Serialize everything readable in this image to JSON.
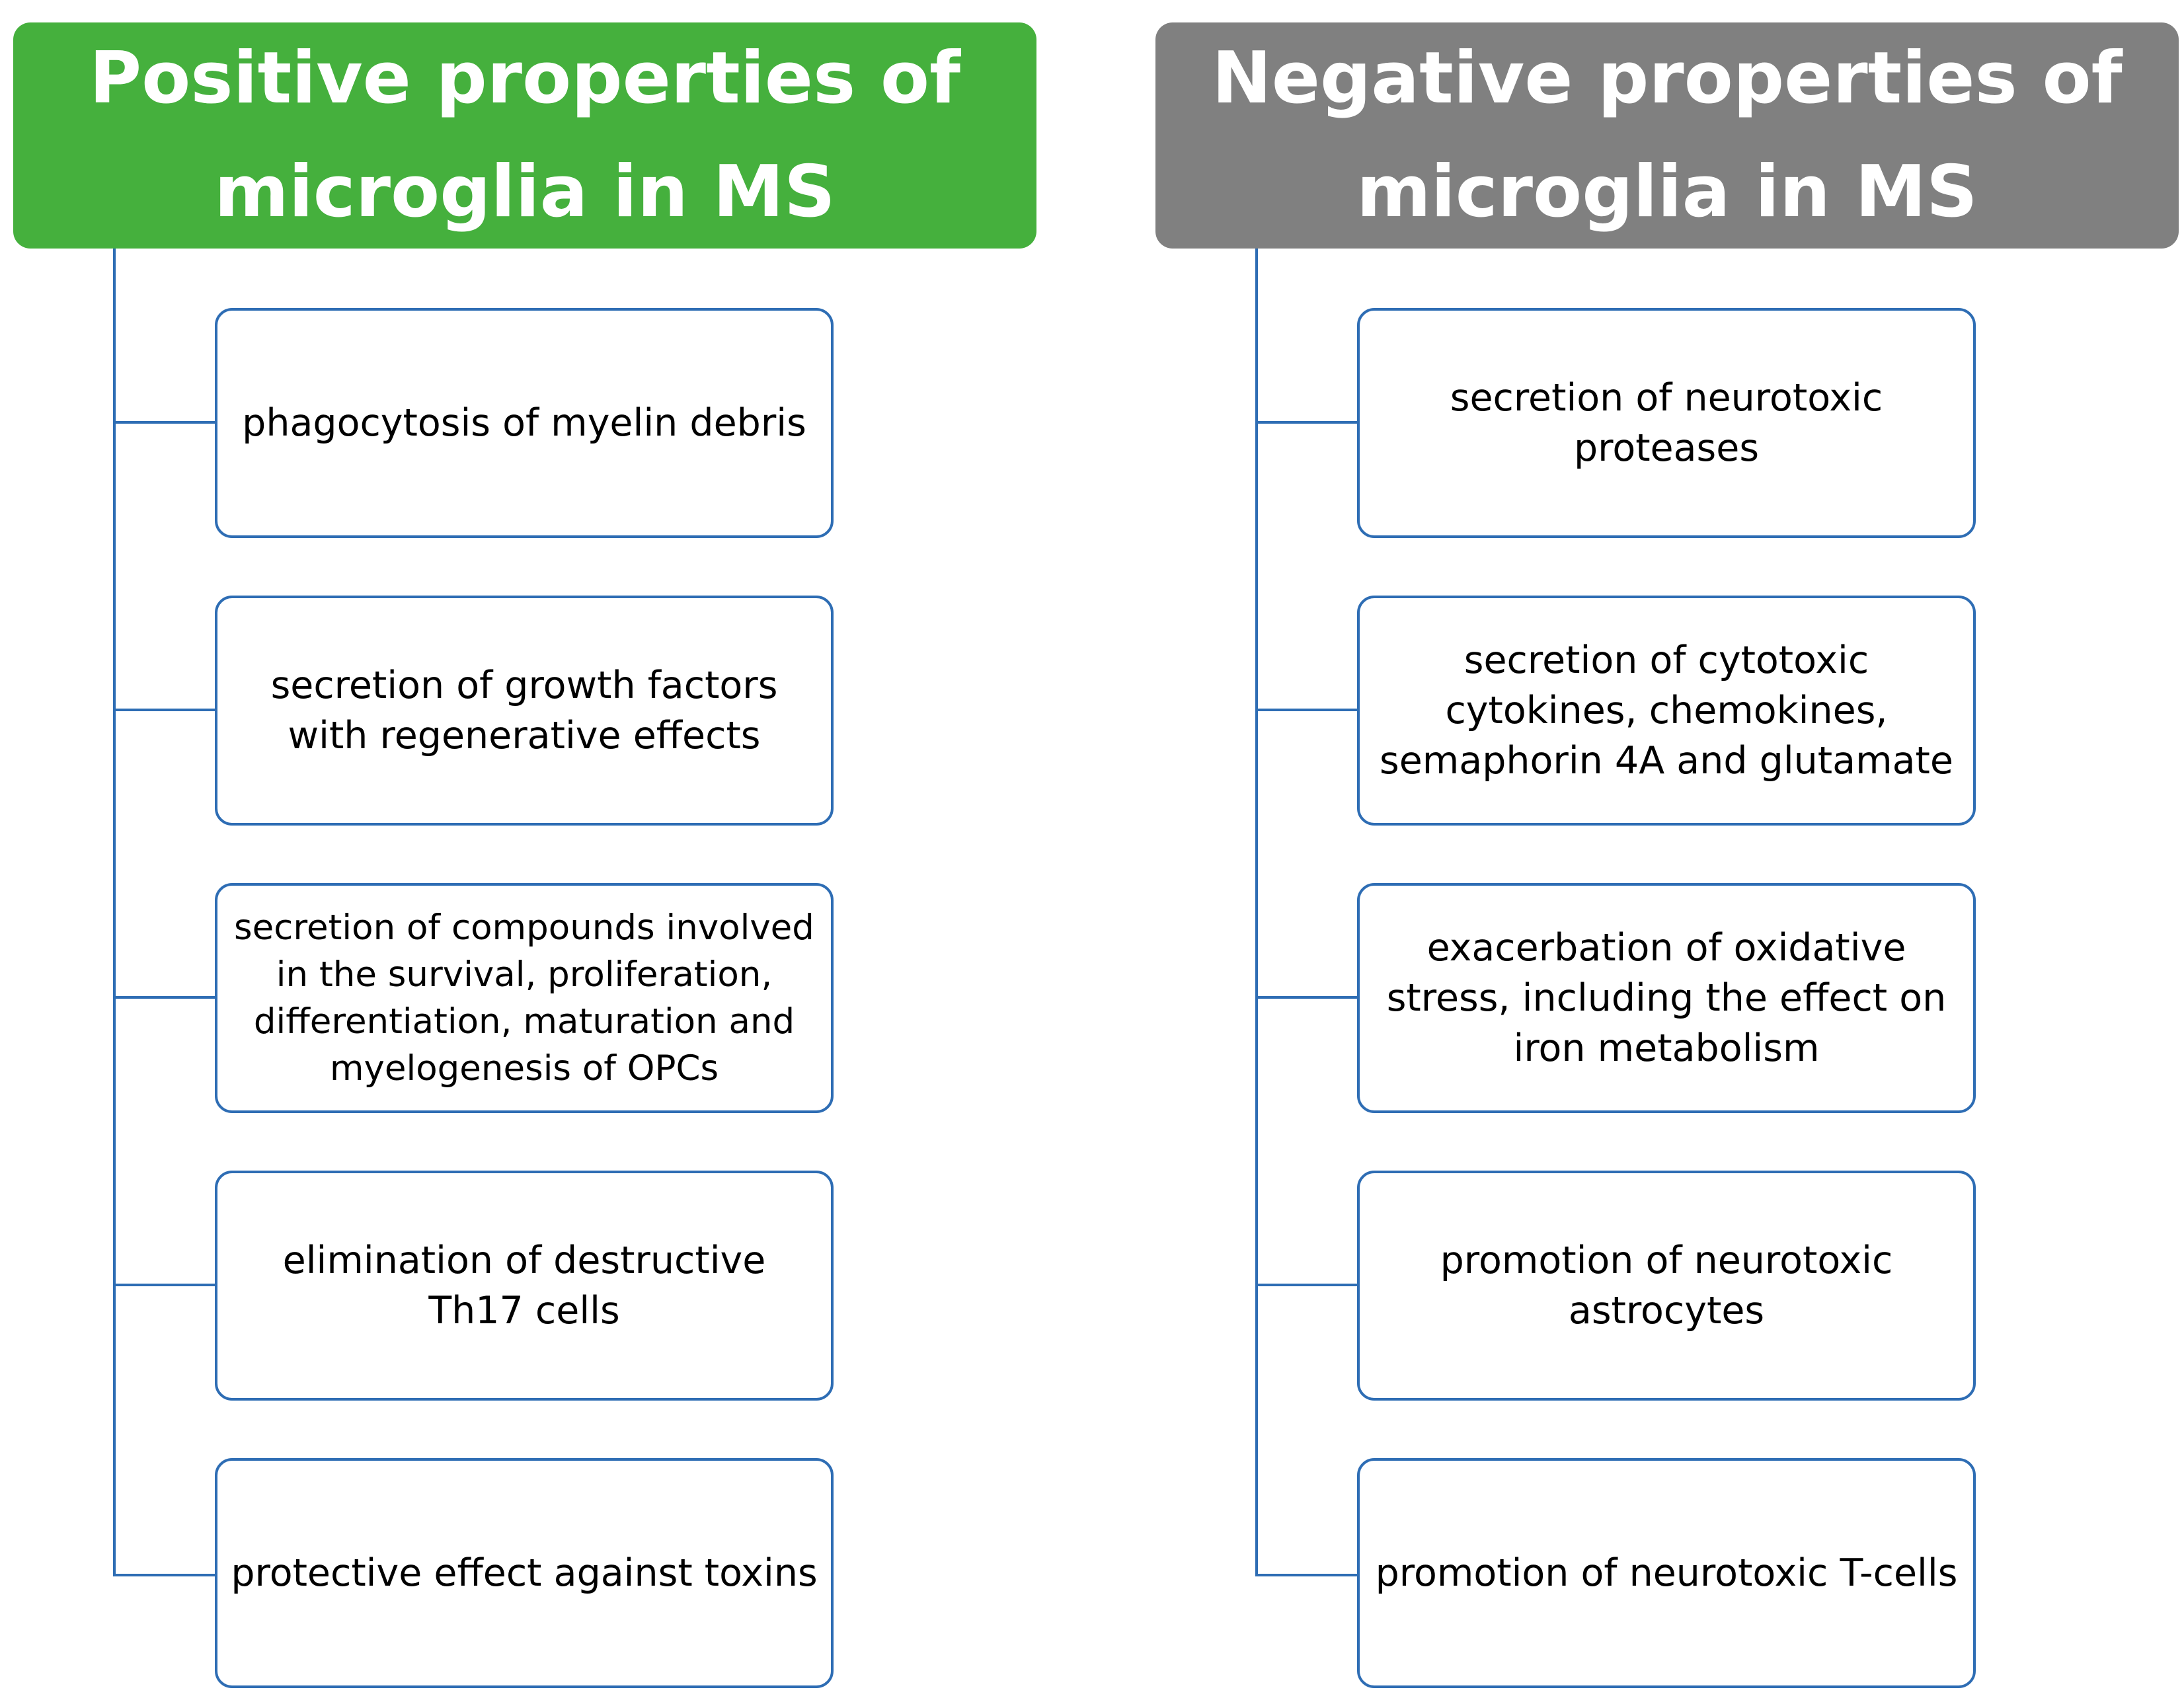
{
  "colors": {
    "positive_header": "#45B03D",
    "negative_header": "#808080",
    "connector": "#2E6DB4"
  },
  "positive": {
    "title": "Positive properties of microglia in MS",
    "items": [
      "phagocytosis of myelin debris",
      "secretion of growth factors with regenerative effects",
      "secretion of compounds involved in the survival, proliferation, differentiation, maturation and myelogenesis of OPCs",
      "elimination of destructive Th17 cells",
      "protective effect against toxins"
    ]
  },
  "negative": {
    "title": "Negative properties of microglia in MS",
    "items": [
      "secretion of neurotoxic proteases",
      "secretion of cytotoxic cytokines, chemokines, semaphorin 4A and glutamate",
      "exacerbation of oxidative stress, including the effect on iron metabolism",
      "promotion of neurotoxic astrocytes",
      "promotion of neurotoxic T-cells"
    ]
  }
}
